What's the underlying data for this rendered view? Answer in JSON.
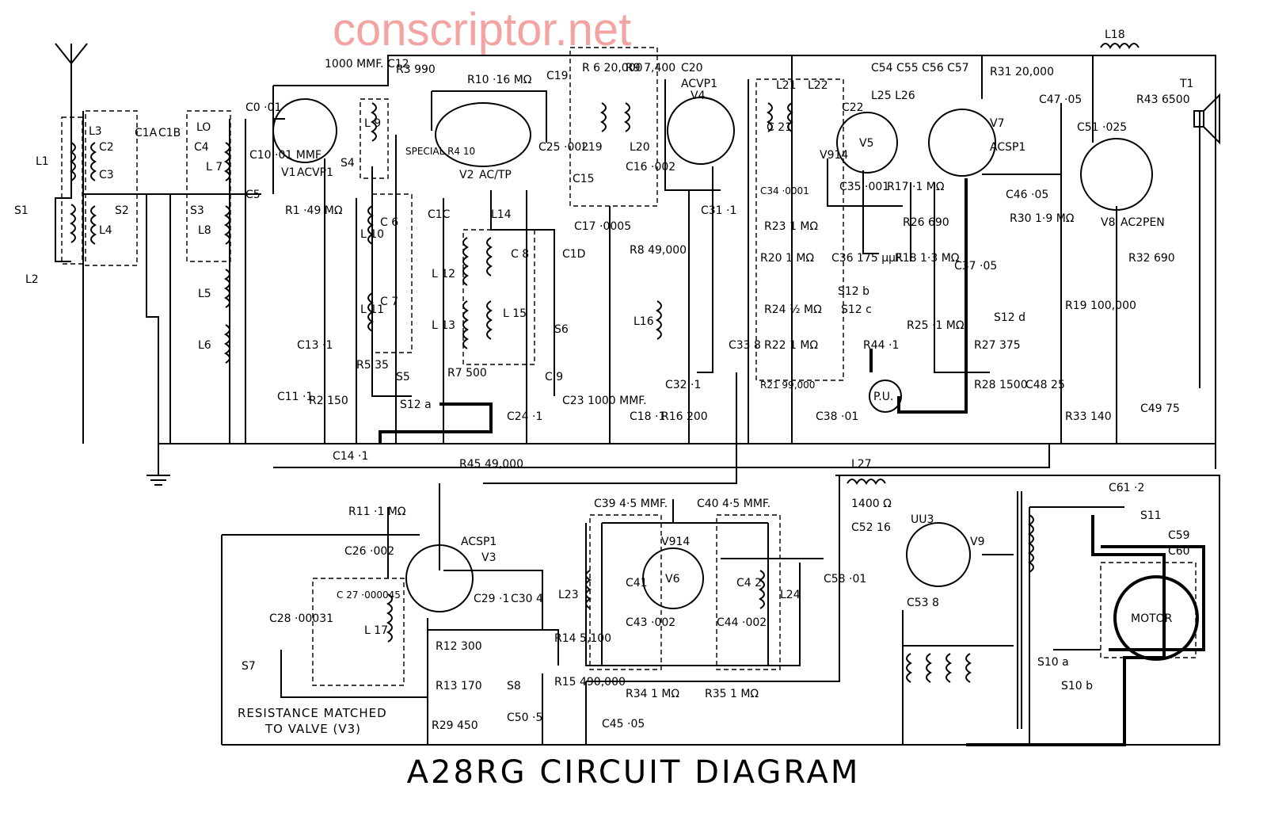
{
  "watermark": "conscriptor.net",
  "title": "A28RG CIRCUIT DIAGRAM",
  "note": "RESISTANCE MATCHED TO VALVE (V3)",
  "note_line1": "RESISTANCE MATCHED",
  "note_line2": "TO VALVE (V3)",
  "valves": [
    {
      "id": "V1",
      "type": "ACVP1"
    },
    {
      "id": "V2",
      "type": "AC/TP"
    },
    {
      "id": "V3",
      "type": "ACSP1"
    },
    {
      "id": "V4",
      "type": "ACVP1"
    },
    {
      "id": "V5",
      "type": "V914"
    },
    {
      "id": "V6",
      "type": "V914"
    },
    {
      "id": "V7",
      "type": "ACSP1"
    },
    {
      "id": "V8",
      "type": "AC2PEN"
    },
    {
      "id": "V9",
      "type": "UU3"
    }
  ],
  "labels": {
    "L1": "L1",
    "L2": "L2",
    "L3": "L3",
    "L4": "L4",
    "L5": "L5",
    "L6": "L6",
    "L7": "L 7",
    "L8": "L8",
    "L9": "L 9",
    "L10": "L 10",
    "L11": "L 11",
    "L12": "L 12",
    "L13": "L 13",
    "L14": "L14",
    "L15": "L 15",
    "L16": "L16",
    "L17": "L 17",
    "L18": "L18",
    "L19": "L19",
    "L20": "L20",
    "L21": "L21",
    "L22": "L22",
    "L23": "L23",
    "L24": "L24",
    "L25_26": "L25 L26",
    "L27": "L27",
    "LO": "LO",
    "S1": "S1",
    "S2": "S2",
    "S3": "S3",
    "S4": "S4",
    "S5": "S5",
    "S6": "S6",
    "S7": "S7",
    "S8": "S8",
    "S10a": "S10 a",
    "S10b": "S10 b",
    "S11": "S11",
    "S12a": "S12 a",
    "S12b": "S12 b",
    "S12c": "S12 c",
    "S12d": "S12 d",
    "C0": "C0 ·01",
    "C1A": "C1A",
    "C1B": "C1B",
    "C1C": "C1C",
    "C1D": "C1D",
    "C2": "C2",
    "C3": "C3",
    "C4": "C4",
    "C5": "C5",
    "C6": "C 6",
    "C7": "C 7",
    "C8": "C 8",
    "C9": "C 9",
    "C10": "C10 ·01 MMF.",
    "C11": "C11 ·1",
    "C12": "1000 MMF. C12",
    "C13": "C13 ·1",
    "C14": "C14 ·1",
    "C15": "C15",
    "C16": "C16 ·002",
    "C17": "C17 ·0005",
    "C18": "C18 ·1",
    "C19": "C19",
    "C20": "C20",
    "C21": "C 21",
    "C22": "C22",
    "C23": "C23 1000 MMF.",
    "C24": "C24 ·1",
    "C25": "C25 ·002",
    "C26": "C26 ·002",
    "C27": "C 27 ·000045",
    "C28": "C28 ·00031",
    "C29": "C29 ·1",
    "C30": "C30 4",
    "C31": "C31 ·1",
    "C32": "C32 ·1",
    "C33": "C33 8",
    "C34": "C34 ·0001",
    "C35": "C35 ·001",
    "C36": "C36 175 μμF.",
    "C37": "C37 ·05",
    "C38": "C38 ·01",
    "C39": "C39 4·5 MMF.",
    "C40": "C40 4·5 MMF.",
    "C41": "C41",
    "C42": "C4 2",
    "C43": "C43 ·002",
    "C44": "C44 ·002",
    "C45": "C45 ·05",
    "C46": "C46 ·05",
    "C47": "C47 ·05",
    "C48": "C48 25",
    "C49": "C49 75",
    "C50": "C50 ·5",
    "C51": "C51 ·025",
    "C52": "C52 16",
    "C53": "C53 8",
    "C54_57": "C54 C55 C56 C57",
    "C58": "C58 ·01",
    "C59": "C59",
    "C60": "C60",
    "C61": "C61 ·2",
    "R1": "R1 ·49 MΩ",
    "R2": "R2 150",
    "R3": "R3 990",
    "R4": "SPECIAL R4 10",
    "R5": "R5 35",
    "R6": "R 6 20,000",
    "R7": "R7 500",
    "R8": "R8 49,000",
    "R9": "R9 7,400",
    "R10": "R10 ·16 MΩ",
    "R11": "R11 ·1 MΩ",
    "R12": "R12 300",
    "R13": "R13 170",
    "R14": "R14 5,100",
    "R15": "R15 490,000",
    "R16": "R16 200",
    "R17": "R17 ·1 MΩ",
    "R18": "R18 1·3 MΩ",
    "R19": "R19 100,000",
    "R20": "R20 1 MΩ",
    "R21": "R21 99,000",
    "R22": "R22 1 MΩ",
    "R23": "R23 1 MΩ",
    "R24": "R24 ½ MΩ",
    "R25": "R25 ·1 MΩ",
    "R26": "R26 690",
    "R27": "R27 375",
    "R28": "R28 1500",
    "R29": "R29 450",
    "R30": "R30 1·9 MΩ",
    "R31": "R31 20,000",
    "R32": "R32 690",
    "R33": "R33 140",
    "R34": "R34 1 MΩ",
    "R35": "R35 1 MΩ",
    "R43": "R43 6500",
    "R44": "R44 ·1",
    "R45": "R45 49,000",
    "T1": "T1",
    "PU": "P.U.",
    "MOTOR": "MOTOR",
    "L27R": "1400 Ω"
  }
}
